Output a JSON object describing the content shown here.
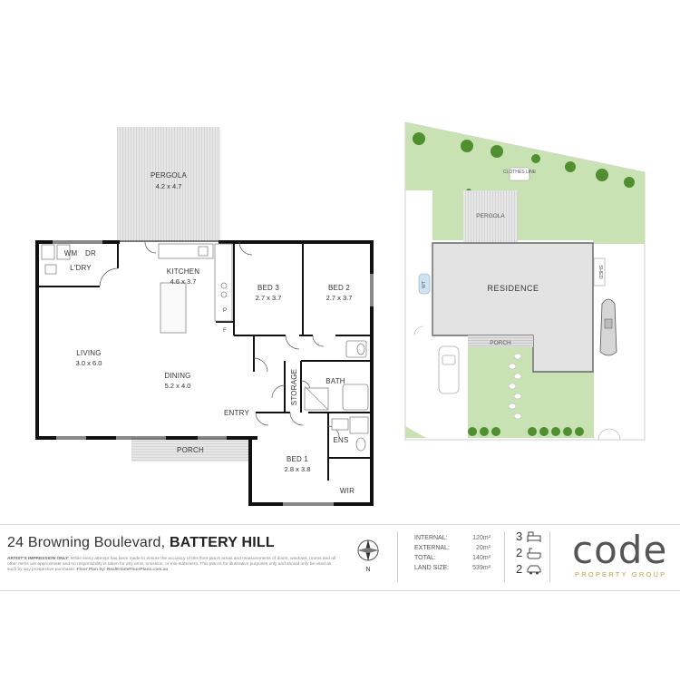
{
  "floorplan": {
    "rooms": [
      {
        "id": "pergola",
        "name": "PERGOLA",
        "size": "4.2 x 4.7"
      },
      {
        "id": "wm",
        "name": "WM",
        "size": ""
      },
      {
        "id": "dr",
        "name": "DR",
        "size": ""
      },
      {
        "id": "ldry",
        "name": "L'DRY",
        "size": ""
      },
      {
        "id": "kitchen",
        "name": "KITCHEN",
        "size": "4.6 x 3.7"
      },
      {
        "id": "bed3",
        "name": "BED 3",
        "size": "2.7 x 3.7"
      },
      {
        "id": "bed2",
        "name": "BED 2",
        "size": "2.7 x 3.7"
      },
      {
        "id": "living",
        "name": "LIVING",
        "size": "3.0 x 6.0"
      },
      {
        "id": "dining",
        "name": "DINING",
        "size": "5.2 x 4.0"
      },
      {
        "id": "bath",
        "name": "BATH",
        "size": ""
      },
      {
        "id": "storage",
        "name": "STORAGE",
        "size": ""
      },
      {
        "id": "entry",
        "name": "ENTRY",
        "size": ""
      },
      {
        "id": "ens",
        "name": "ENS",
        "size": ""
      },
      {
        "id": "bed1",
        "name": "BED 1",
        "size": "2.8 x 3.8"
      },
      {
        "id": "wir",
        "name": "WIR",
        "size": ""
      },
      {
        "id": "porch",
        "name": "PORCH",
        "size": ""
      }
    ],
    "fixtures": {
      "pantry": "P",
      "fridge": "F"
    }
  },
  "siteplan": {
    "residence": "RESIDENCE",
    "pergola": "PERGOLA",
    "porch": "PORCH",
    "shed": "SHED",
    "water_tank": "WT",
    "clothes_line": "CLOTHES LINE",
    "colors": {
      "lawn": "#c9e2b3",
      "lawn_dark": "#bcd9a2",
      "tree": "#4f8f2f"
    }
  },
  "footer": {
    "address": "24 Browning Boulevard,",
    "suburb": "BATTERY HILL",
    "disclaimer_label": "ARTIST'S IMPRESSION ONLY:",
    "disclaimer_text": "While every attempt has been made to ensure the accuracy of this floor plan's areas and measurements of doors, windows, rooms and all other items are approximate and no responsibility is taken for any error, omission, or mis-statement. This plan is for illustrative purposes only and should only be used as such by any prospective purchaser.",
    "credit_label": "Floor Plan by:",
    "credit_site": "RealEstateFloorPlans.com.au",
    "compass_label": "N",
    "areas": [
      {
        "label": "INTERNAL:",
        "value": "120m²"
      },
      {
        "label": "EXTERNAL:",
        "value": "20m²"
      },
      {
        "label": "TOTAL:",
        "value": "140m²"
      },
      {
        "label": "LAND SIZE:",
        "value": "539m²"
      }
    ],
    "features": {
      "bedrooms": "3",
      "bathrooms": "2",
      "car_spaces": "2"
    },
    "brand": {
      "name": "code",
      "tagline": "PROPERTY GROUP",
      "accent": "#b8a04a"
    }
  }
}
